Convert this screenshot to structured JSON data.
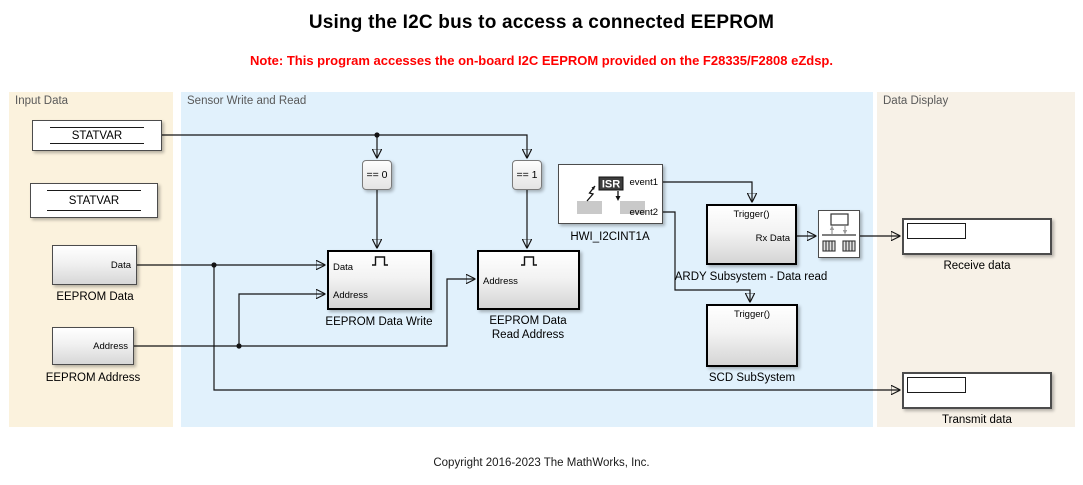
{
  "title": "Using the I2C bus to access a connected EEPROM",
  "note": "Note: This program accesses the on-board I2C EEPROM provided on the F28335/F2808 eZdsp.",
  "copyright": "Copyright 2016-2023 The MathWorks, Inc.",
  "colors": {
    "note_text": "#ff0000",
    "region_input_bg": "#fbf2dd",
    "region_sensor_bg": "#e1f1fc",
    "region_display_bg": "#f7f1e7",
    "wire": "#141414"
  },
  "regions": {
    "input_data": {
      "label": "Input Data"
    },
    "sensor": {
      "label": "Sensor Write and Read"
    },
    "data_display": {
      "label": "Data Display"
    }
  },
  "blocks": {
    "statvar1": {
      "label": "STATVAR"
    },
    "statvar2": {
      "label": "STATVAR"
    },
    "eeprom_data": {
      "port": "Data",
      "label": "EEPROM Data"
    },
    "eeprom_address": {
      "port": "Address",
      "label": "EEPROM Address"
    },
    "eq0": {
      "label": "== 0"
    },
    "eq1": {
      "label": "== 1"
    },
    "data_write": {
      "port_data": "Data",
      "port_address": "Address",
      "label": "EEPROM Data Write"
    },
    "read_address": {
      "port_address": "Address",
      "label1": "EEPROM Data",
      "label2": "Read Address"
    },
    "hwi": {
      "isr": "ISR",
      "port_event1": "event1",
      "port_event2": "event2",
      "label": "HWI_I2CINT1A"
    },
    "ardy": {
      "trigger": "Trigger()",
      "port_rx": "Rx Data",
      "label": "ARDY Subsystem - Data read"
    },
    "scd": {
      "trigger": "Trigger()",
      "label": "SCD SubSystem"
    },
    "receive": {
      "label": "Receive data"
    },
    "transmit": {
      "label": "Transmit data"
    }
  }
}
